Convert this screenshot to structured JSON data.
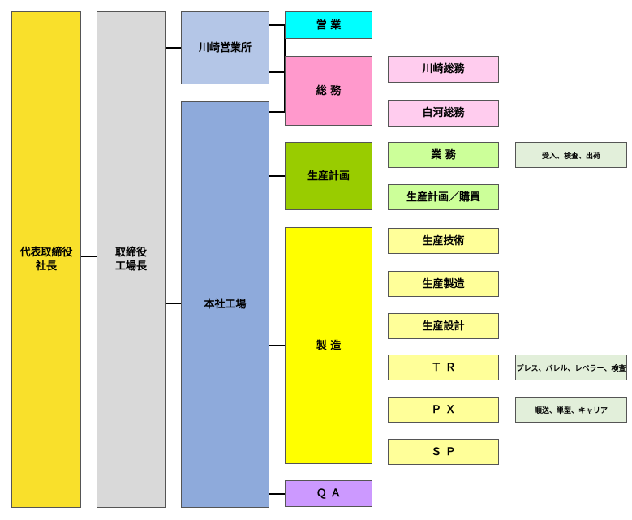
{
  "nodes": {
    "president": [
      "代表取締役",
      "社長"
    ],
    "director": [
      "取締役",
      "工場長"
    ],
    "kawasaki_office": "川崎営業所",
    "head_factory": "本社工場",
    "sales": "営 業",
    "general_affairs": "総 務",
    "production_planning": "生産計画",
    "manufacturing": "製 造",
    "qa": "Ｑ Ａ",
    "kawasaki_soumu": "川崎総務",
    "shirakawa_soumu": "白河総務",
    "gyomu": "業 務",
    "planning_purchasing": "生産計画／購買",
    "prod_tech": "生産技術",
    "prod_mfg": "生産製造",
    "prod_design": "生産設計",
    "tr": "Ｔ Ｒ",
    "px": "Ｐ Ｘ",
    "sp": "Ｓ Ｐ",
    "note_gyomu": "受入、検査、出荷",
    "note_tr": "プレス、バレル、レベラー、検査",
    "note_px": "順送、単型、キャリア"
  },
  "colors": {
    "president": "#f9e02b",
    "director": "#d9d9d9",
    "kawasaki_office": "#b4c6e7",
    "head_factory": "#8eaadb",
    "sales": "#00ffff",
    "general_affairs": "#ff99cc",
    "production_planning": "#99cc00",
    "manufacturing": "#ffff00",
    "qa": "#cc99ff",
    "soumu_sub": "#ffccee",
    "planning_sub": "#ccff99",
    "mfg_sub": "#ffff99",
    "note": "#e2efda"
  }
}
